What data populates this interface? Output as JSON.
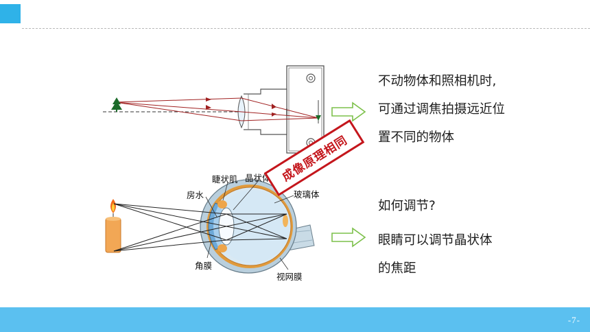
{
  "page": {
    "number": "-7-"
  },
  "camera_notes": {
    "lines": [
      "不动物体和照相机时,",
      "可通过调焦拍摄远近位",
      "置不同的物体"
    ]
  },
  "eye_notes": {
    "question": "如何调节?",
    "answer_lines": [
      "眼睛可以调节晶状体",
      "的焦距"
    ]
  },
  "stamp": {
    "text": "成像原理相同"
  },
  "eye_labels": {
    "ciliary_muscle": "睫状肌",
    "lens": "晶状体",
    "aqueous_humor": "房水",
    "vitreous_body": "玻璃体",
    "cornea": "角膜",
    "retina": "视网膜"
  },
  "colors": {
    "accent_blue": "#2fb2e8",
    "footer_blue": "#5bc0f0",
    "stamp_red": "#c4161c",
    "arrow_green": "#7cc04a"
  }
}
